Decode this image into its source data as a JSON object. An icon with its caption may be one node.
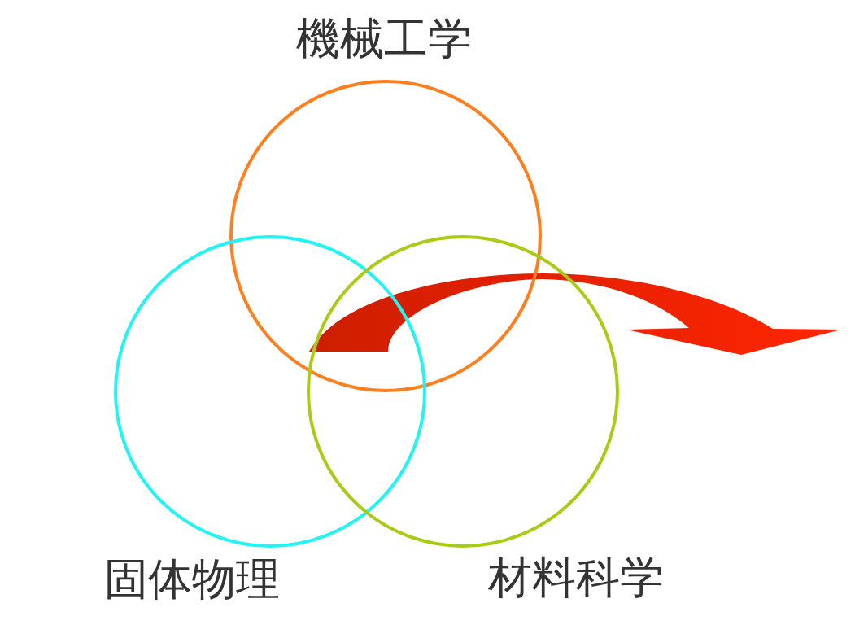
{
  "diagram": {
    "nodes": [
      {
        "text": [
          "機械工学"
        ]
      },
      {
        "text": [
          "固体物理"
        ]
      },
      {
        "text": [
          "材料科学"
        ]
      }
    ]
  }
}
